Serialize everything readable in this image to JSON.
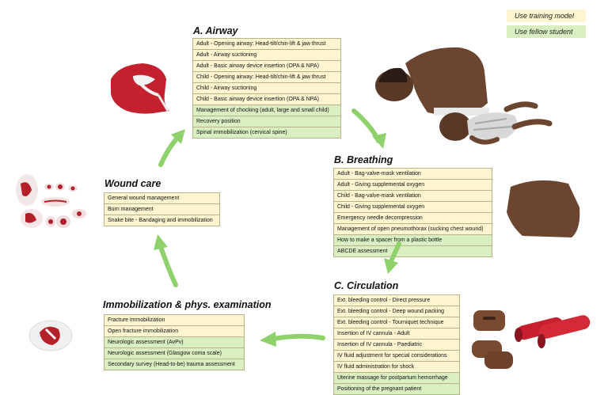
{
  "legend": {
    "model_label": "Use training model",
    "fellow_label": "Use fellow student",
    "model_color": "#fcf5d0",
    "fellow_color": "#d9efc2"
  },
  "airway": {
    "title": "A. Airway",
    "rows": [
      {
        "text": "Adult - Opening airway: Head-tilt/chin-lift & jaw thrust",
        "type": "model"
      },
      {
        "text": "Adult - Airway suctioning",
        "type": "model"
      },
      {
        "text": "Adult - Basic airway device insertion (OPA & NPA)",
        "type": "model"
      },
      {
        "text": "Child - Opening airway: Head-tilt/chin-lift & jaw thrust",
        "type": "model"
      },
      {
        "text": "Child - Airway suctioning",
        "type": "model"
      },
      {
        "text": "Child - Basic airway device insertion (OPA & NPA)",
        "type": "model"
      },
      {
        "text": "Management of chocking (adult, large and small child)",
        "type": "fellow"
      },
      {
        "text": "Recovery position",
        "type": "fellow"
      },
      {
        "text": "Spinal immobilization (cervical spine)",
        "type": "fellow"
      }
    ]
  },
  "breathing": {
    "title": "B. Breathing",
    "rows": [
      {
        "text": "Adult - Bag-valve-mask ventilation",
        "type": "model"
      },
      {
        "text": "Adult - Giving supplemental oxygen",
        "type": "model"
      },
      {
        "text": "Child - Bag-valve-mask ventilation",
        "type": "model"
      },
      {
        "text": "Child - Giving supplemental oxygen",
        "type": "model"
      },
      {
        "text": "Emergency needle decompression",
        "type": "model"
      },
      {
        "text": "Management of open pneumothorax (sucking chest wound)",
        "type": "model"
      },
      {
        "text": "How to make a spacer from a plastic bottle",
        "type": "fellow"
      },
      {
        "text": "ABCDE assessment",
        "type": "fellow"
      }
    ]
  },
  "circulation": {
    "title": "C. Circulation",
    "rows": [
      {
        "text": "Ext. bleeding control - Direct pressure",
        "type": "model"
      },
      {
        "text": "Ext. bleeding control - Deep wound packing",
        "type": "model"
      },
      {
        "text": "Ext. bleeding control - Tourniquet technique",
        "type": "model"
      },
      {
        "text": "Insertion of IV cannula - Adult",
        "type": "model"
      },
      {
        "text": "Insertion of IV cannula - Paediatric",
        "type": "model"
      },
      {
        "text": "IV fluid adjustment for special considerations",
        "type": "model"
      },
      {
        "text": "IV fluid administration for shock",
        "type": "model"
      },
      {
        "text": "Uterine massage for postpartum hemorrhage",
        "type": "fellow"
      },
      {
        "text": "Positioning of the pregnant patient",
        "type": "fellow"
      }
    ]
  },
  "immobilization": {
    "title": "Immobilization & phys. examination",
    "rows": [
      {
        "text": "Fracture immobilization",
        "type": "model"
      },
      {
        "text": "Open fracture immobilization",
        "type": "model"
      },
      {
        "text": "Neurologic assessment (AvPv)",
        "type": "fellow"
      },
      {
        "text": "Neurologic assessment (Glasgow coma scale)",
        "type": "fellow"
      },
      {
        "text": "Secondary survey (Head-to-be) trauma assessment",
        "type": "fellow"
      }
    ]
  },
  "wound": {
    "title": "Wound care",
    "rows": [
      {
        "text": "General wound management",
        "type": "model"
      },
      {
        "text": "Burn management",
        "type": "model"
      },
      {
        "text": "Snake bite - Bandaging and immobilization",
        "type": "model"
      }
    ]
  },
  "colors": {
    "arrow": "#8fd16a",
    "manikin": "#6b4530",
    "wound_red": "#b3202a",
    "tube_red": "#c8202f"
  }
}
